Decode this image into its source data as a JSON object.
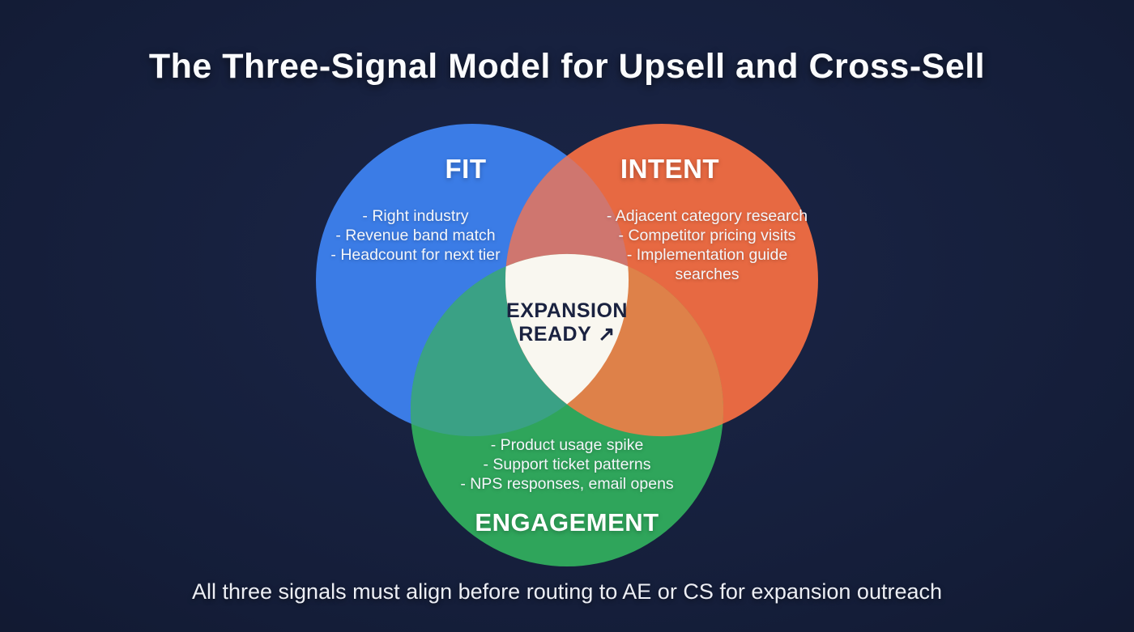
{
  "title": "The Three-Signal Model for Upsell and Cross-Sell",
  "caption": "All three signals must align before routing to AE or CS for expansion outreach",
  "background": {
    "base": "#141d38",
    "vignette": "#0b1122"
  },
  "venn": {
    "circles": [
      {
        "label": "FIT",
        "color": "#3b7ce6",
        "items": [
          "- Right industry",
          "- Revenue band match",
          "- Headcount for next tier"
        ]
      },
      {
        "label": "INTENT",
        "color": "#e76942",
        "items": [
          "- Adjacent category research",
          "- Competitor pricing visits",
          "- Implementation guide searches"
        ]
      },
      {
        "label": "ENGAGEMENT",
        "color": "#2fa55b",
        "items": [
          "- Product usage spike",
          "- Support ticket patterns",
          "- NPS responses, email opens"
        ]
      }
    ],
    "overlaps": {
      "fit_intent": "#cf766f",
      "fit_engagement": "#3aa185",
      "intent_engagement": "#de8149"
    },
    "center": {
      "line1": "EXPANSION",
      "line2": "READY",
      "arrow": "↗",
      "bg": "#f9f7f0",
      "text_color": "#1a2240"
    }
  }
}
